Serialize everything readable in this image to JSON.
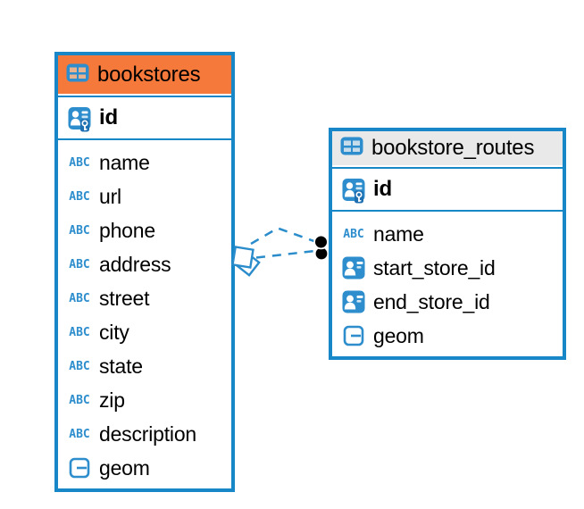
{
  "colors": {
    "table_border": "#1787c8",
    "icon_blue": "#2e8ecd",
    "header_orange": "#f5793b",
    "header_gray": "#e9e9e9",
    "relationship_line": "#2b8ccb",
    "relationship_dot": "#000000",
    "text": "#000000",
    "canvas_bg": "#ffffff"
  },
  "tables": [
    {
      "title": "bookstores",
      "header_color": "#f5793b",
      "header_icon": "table-icon",
      "keys": [
        {
          "name": "id",
          "type": "primary-key",
          "icon": "primary-key-icon"
        }
      ],
      "columns": [
        {
          "name": "name",
          "type": "text",
          "icon": "text-type-icon"
        },
        {
          "name": "url",
          "type": "text",
          "icon": "text-type-icon"
        },
        {
          "name": "phone",
          "type": "text",
          "icon": "text-type-icon"
        },
        {
          "name": "address",
          "type": "text",
          "icon": "text-type-icon"
        },
        {
          "name": "street",
          "type": "text",
          "icon": "text-type-icon"
        },
        {
          "name": "city",
          "type": "text",
          "icon": "text-type-icon"
        },
        {
          "name": "state",
          "type": "text",
          "icon": "text-type-icon"
        },
        {
          "name": "zip",
          "type": "text",
          "icon": "text-type-icon"
        },
        {
          "name": "description",
          "type": "text",
          "icon": "text-type-icon"
        },
        {
          "name": "geom",
          "type": "geometry",
          "icon": "geometry-type-icon"
        }
      ]
    },
    {
      "title": "bookstore_routes",
      "header_color": "#e9e9e9",
      "header_icon": "table-icon",
      "keys": [
        {
          "name": "id",
          "type": "primary-key",
          "icon": "primary-key-icon"
        }
      ],
      "columns": [
        {
          "name": "name",
          "type": "text",
          "icon": "text-type-icon"
        },
        {
          "name": "start_store_id",
          "type": "foreign-key",
          "icon": "foreign-key-icon"
        },
        {
          "name": "end_store_id",
          "type": "foreign-key",
          "icon": "foreign-key-icon"
        },
        {
          "name": "geom",
          "type": "geometry",
          "icon": "geometry-type-icon"
        }
      ]
    }
  ],
  "relationships": [
    {
      "from_table": "bookstore_routes",
      "from_column": "start_store_id",
      "to_table": "bookstores",
      "to_column": "id",
      "line_style": "dashed",
      "source_marker": "black-dot",
      "target_marker": "overlapping-diamonds"
    },
    {
      "from_table": "bookstore_routes",
      "from_column": "end_store_id",
      "to_table": "bookstores",
      "to_column": "id",
      "line_style": "dashed",
      "source_marker": "black-dot",
      "target_marker": "overlapping-diamonds"
    }
  ]
}
